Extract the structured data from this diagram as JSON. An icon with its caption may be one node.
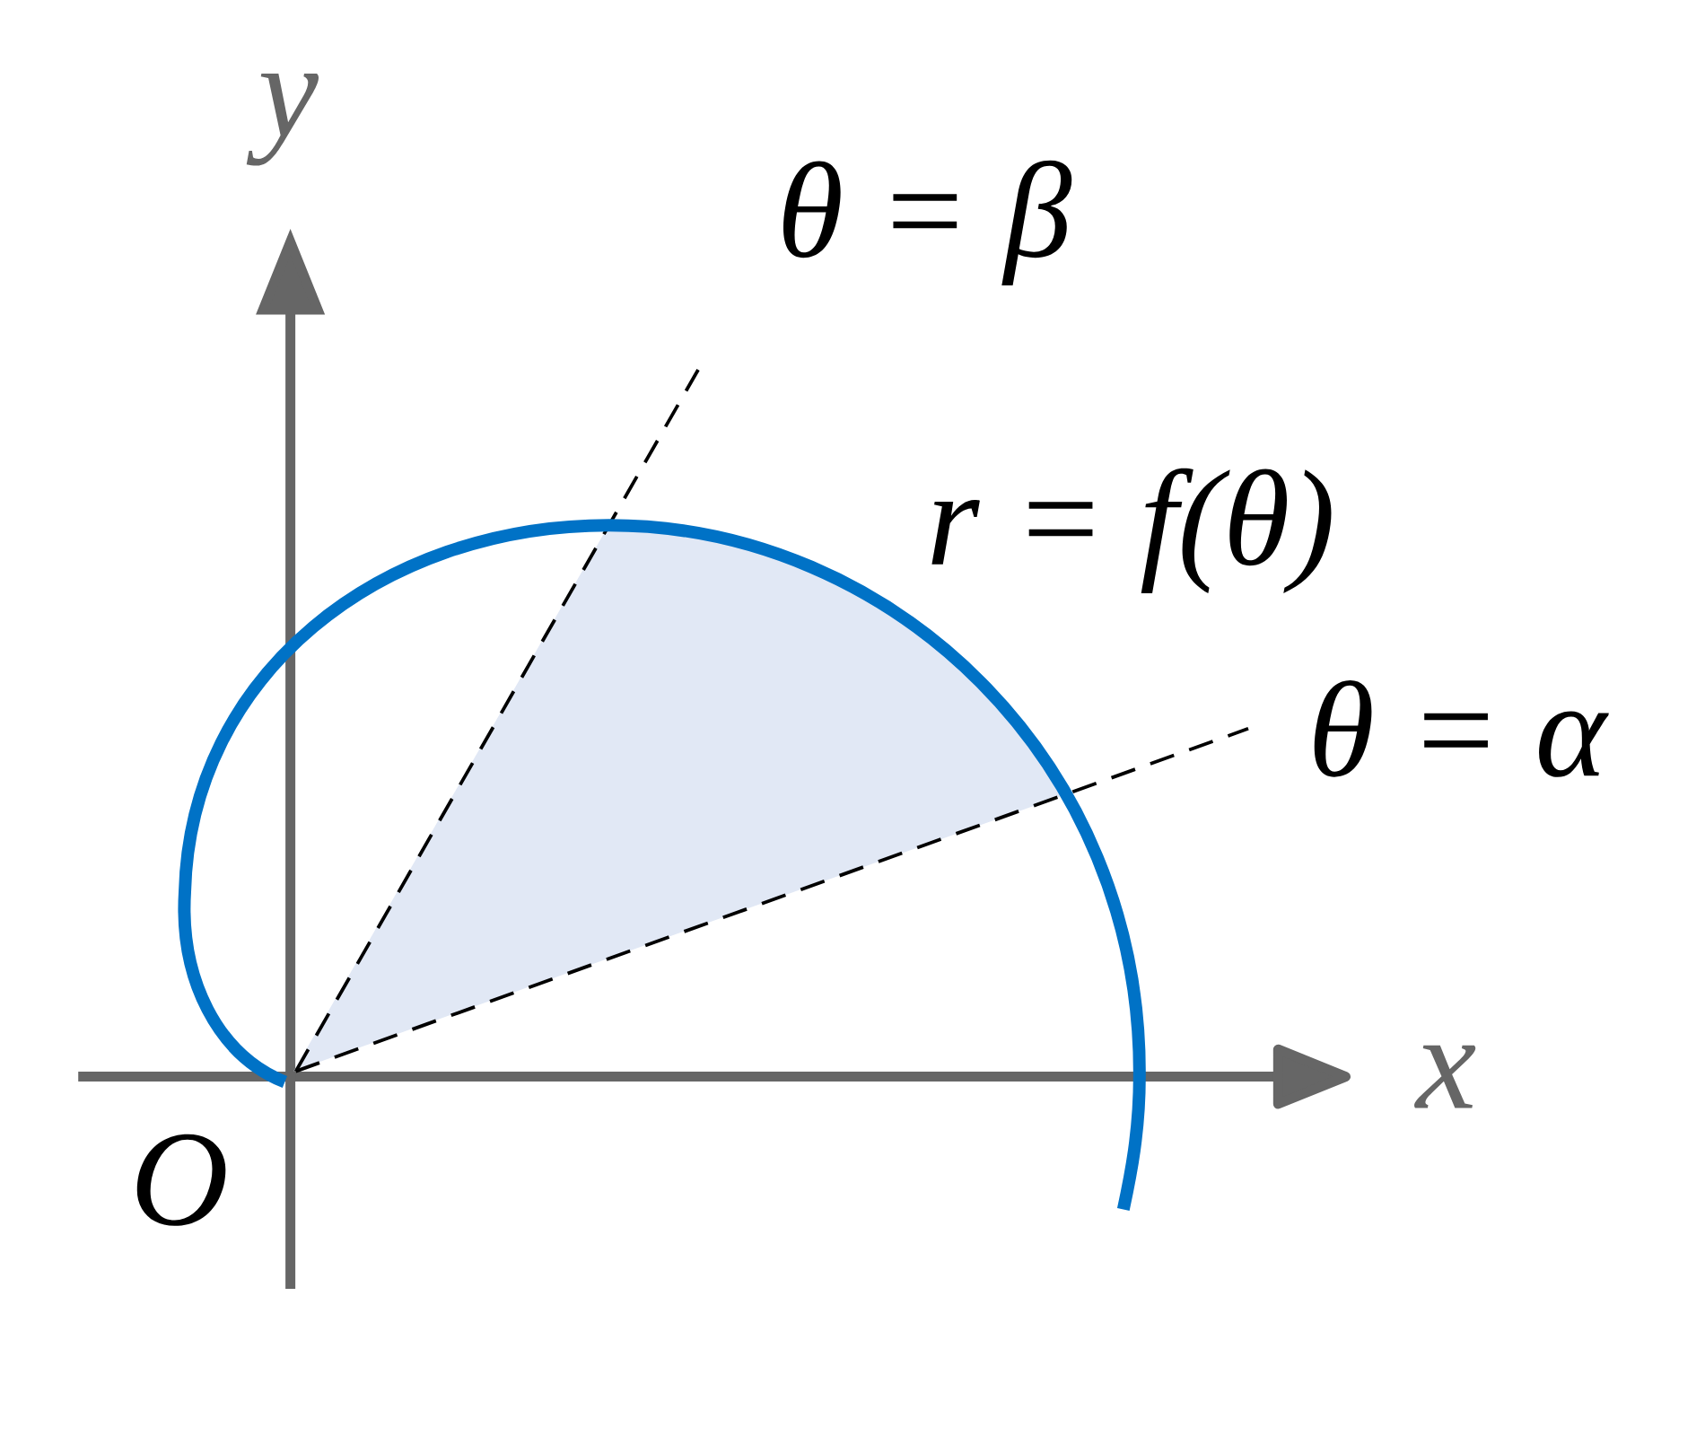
{
  "diagram": {
    "labels": [
      "y",
      "θ = β",
      "r = f(θ)",
      "θ = α",
      "x",
      "O"
    ]
  }
}
